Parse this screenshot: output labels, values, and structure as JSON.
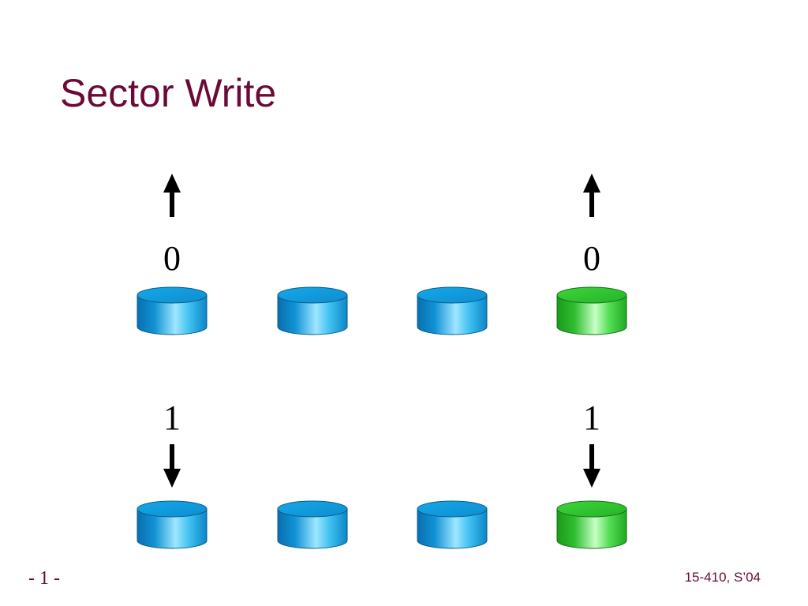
{
  "slide": {
    "title": "Sector Write",
    "page_number": "- 1 -",
    "course_label": "15-410, S’04"
  },
  "diagram": {
    "rows": [
      {
        "direction": "up",
        "disks": [
          "blue",
          "blue",
          "blue",
          "green"
        ],
        "labels": [
          {
            "column": 0,
            "text": "0"
          },
          {
            "column": 3,
            "text": "0"
          }
        ]
      },
      {
        "direction": "down",
        "disks": [
          "blue",
          "blue",
          "blue",
          "green"
        ],
        "labels": [
          {
            "column": 0,
            "text": "1"
          },
          {
            "column": 3,
            "text": "1"
          }
        ]
      }
    ],
    "colors": {
      "title": "#6b0a37",
      "blue_disk": "#1aa3e0",
      "green_disk": "#33cc33",
      "arrow": "#000000"
    }
  }
}
